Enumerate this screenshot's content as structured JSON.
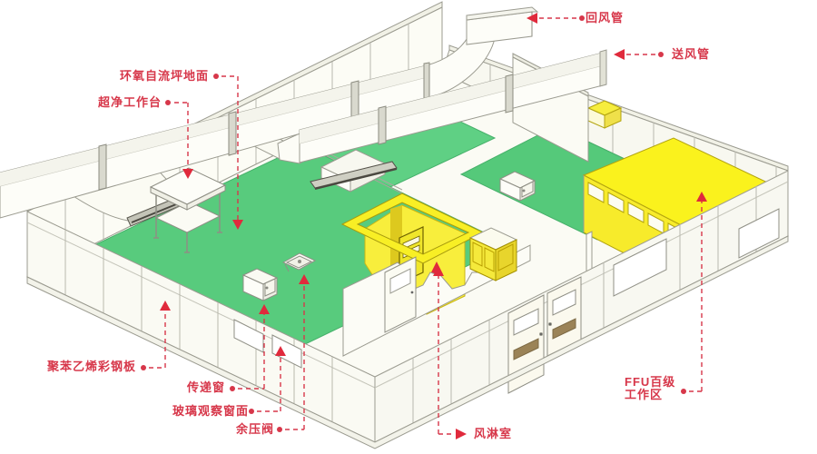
{
  "diagram": {
    "title": "cleanroom-isometric-cutaway",
    "labels": {
      "return_duct": "回风管",
      "supply_duct": "送风管",
      "epoxy_floor": "环氧自流坪地面",
      "clean_bench": "超净工作台",
      "steel_panel": "聚苯乙烯彩钢板",
      "transfer_window": "传递窗",
      "observation_window": "玻璃观察窗面",
      "pressure_valve": "余压阀",
      "air_shower": "风淋室",
      "ffu_line1": "FFU百级",
      "ffu_line2": "工作区"
    },
    "colors": {
      "accent_red": "#D7374A",
      "floor_green": "#58CB7D",
      "highlight_yellow": "#F8EF25",
      "wall_white": "#FBFBF4",
      "outline_gray": "#9B9B90",
      "door_vent_tan": "#9B8357"
    }
  }
}
